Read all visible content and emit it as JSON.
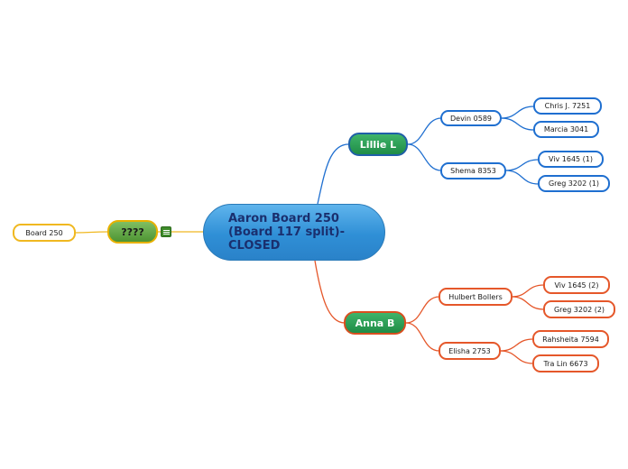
{
  "root": {
    "label": "Aaron Board 250 (Board 117 split)- CLOSED"
  },
  "branches": {
    "lillie": {
      "label": "Lillie L",
      "devin": {
        "label": "Devin 0589",
        "children": [
          "Chris J. 7251",
          "Marcia 3041"
        ]
      },
      "shema": {
        "label": "Shema 8353",
        "children": [
          "Viv 1645 (1)",
          "Greg 3202 (1)"
        ]
      }
    },
    "anna": {
      "label": "Anna B",
      "hulbert": {
        "label": "Hulbert Bollers",
        "children": [
          "Viv 1645 (2)",
          "Greg 3202 (2)"
        ]
      },
      "elisha": {
        "label": "Elisha 2753",
        "children": [
          "Rahsheita 7594",
          "Tra Lin 6673"
        ]
      }
    },
    "unknown": {
      "label": "????",
      "children": [
        "Board 250"
      ],
      "note_icon": "notes-icon"
    }
  },
  "colors": {
    "blue_branch": "#1f6fd0",
    "orange_branch": "#e5572a",
    "yellow_branch": "#f0b820",
    "main_topic_fill": "#2a9a52",
    "root_fill": "#3a99dd"
  }
}
